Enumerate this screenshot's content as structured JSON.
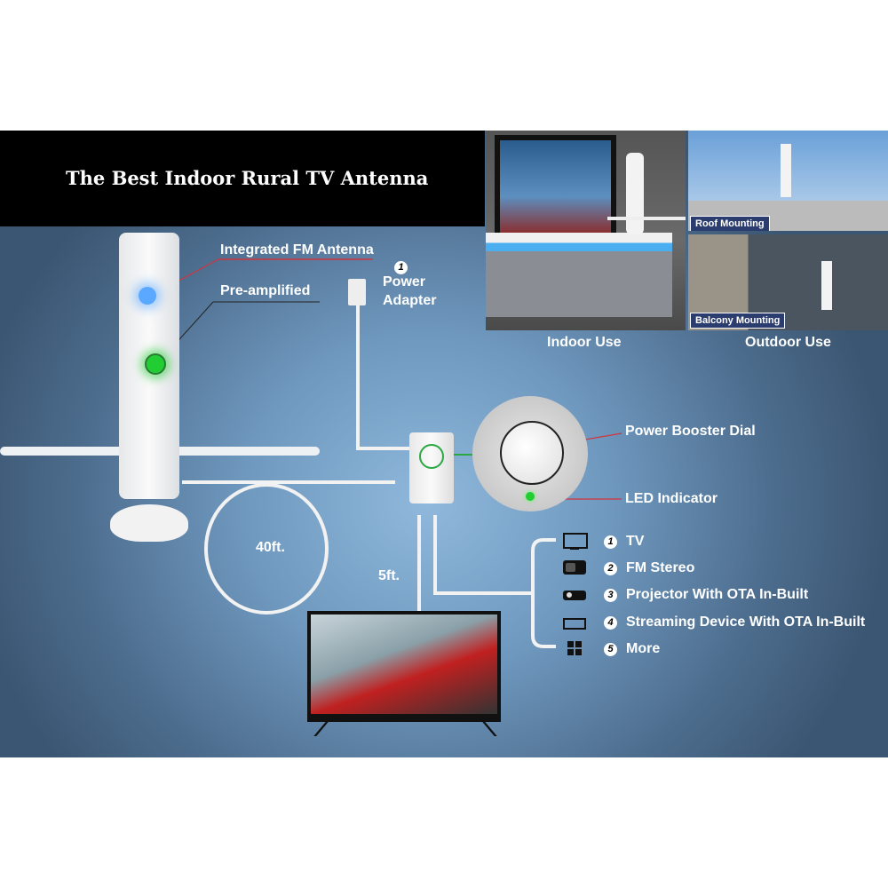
{
  "title": "The Best Indoor Rural TV Antenna",
  "labels": {
    "fm": "Integrated FM Antenna",
    "preamp": "Pre-amplified",
    "power_num": "1",
    "power_line1": "Power",
    "power_line2": "Adapter",
    "dial": "Power Booster Dial",
    "led": "LED Indicator",
    "cable_long": "40ft.",
    "cable_short": "5ft."
  },
  "photos": {
    "indoor": "Indoor Use",
    "outdoor": "Outdoor Use",
    "roof": "Roof Mounting",
    "balcony": "Balcony Mounting"
  },
  "devices": [
    {
      "num": "1",
      "label": "TV",
      "icon": "tv-icon"
    },
    {
      "num": "2",
      "label": "FM Stereo",
      "icon": "radio-icon"
    },
    {
      "num": "3",
      "label": "Projector With OTA In-Built",
      "icon": "projector-icon"
    },
    {
      "num": "4",
      "label": "Streaming Device With OTA In-Built",
      "icon": "streaming-box-icon"
    },
    {
      "num": "5",
      "label": "More",
      "icon": "grid-icon"
    }
  ],
  "colors": {
    "fm_led": "#5aa8ff",
    "preamp_led": "#22cc33",
    "pointer": "#d2333b"
  }
}
